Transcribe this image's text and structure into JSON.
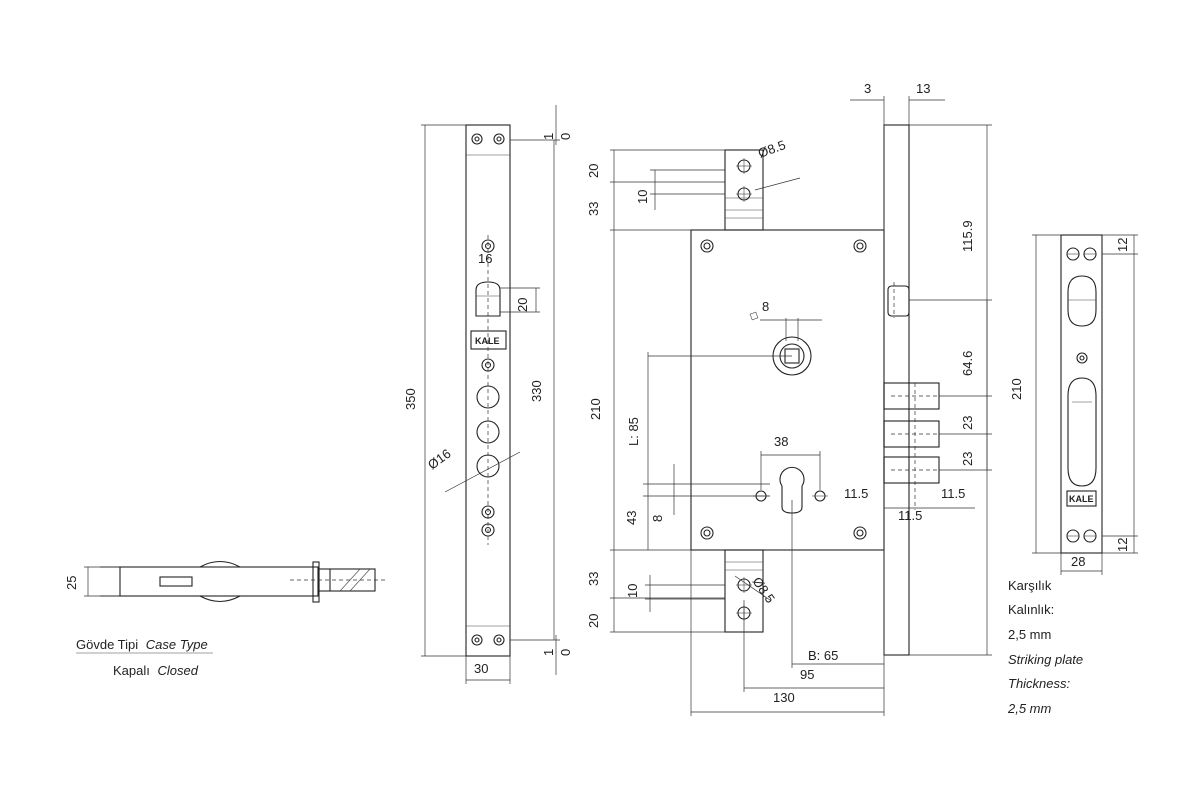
{
  "case_type": {
    "label_tr": "Gövde Tipi",
    "label_en": "Case Type",
    "value_tr": "Kapalı",
    "value_en": "Closed"
  },
  "striking_plate": {
    "title_tr": "Karşılık",
    "thickness_tr": "Kalınlık:",
    "thickness_value_tr": "2,5 mm",
    "title_en": "Striking plate",
    "thickness_en": "Thickness:",
    "thickness_value_en": "2,5 mm"
  },
  "brand": "KALE",
  "dimensions": {
    "side_height": "25",
    "front_total": "350",
    "front_inner": "330",
    "front_width": "30",
    "front_top_offset_a": "1",
    "front_top_offset_b": "0",
    "front_bottom_offset_a": "1",
    "front_bottom_offset_b": "0",
    "front_latch_width": "16",
    "front_latch_height": "20",
    "front_bolt_diameter": "Ø16",
    "body_top_hole": "20",
    "body_top_hole_gap": "10",
    "body_top_tab": "33",
    "body_hole_diameter_top": "Ø8.5",
    "body_height": "210",
    "body_spindle": "8",
    "body_backset_l": "L: 85",
    "body_cyl_width": "38",
    "body_cyl_left": "11.5",
    "body_cyl_right": "11.5",
    "body_cyl_below": "11.5",
    "body_cyl_offset": "43",
    "body_cyl_gap": "8",
    "body_bottom_tab": "33",
    "body_bottom_hole_gap": "10",
    "body_bottom_hole": "20",
    "body_hole_diameter_bottom": "Ø8.5",
    "body_backset_b": "B: 65",
    "body_depth_95": "95",
    "body_depth_130": "130",
    "forend_thickness": "3",
    "forend_width": "13",
    "latch_height": "115.9",
    "bolt_spacing_top": "64.6",
    "bolt_pitch_1": "23",
    "bolt_pitch_2": "23",
    "plate_height": "210",
    "plate_width": "28",
    "plate_top": "12",
    "plate_bottom": "12"
  }
}
